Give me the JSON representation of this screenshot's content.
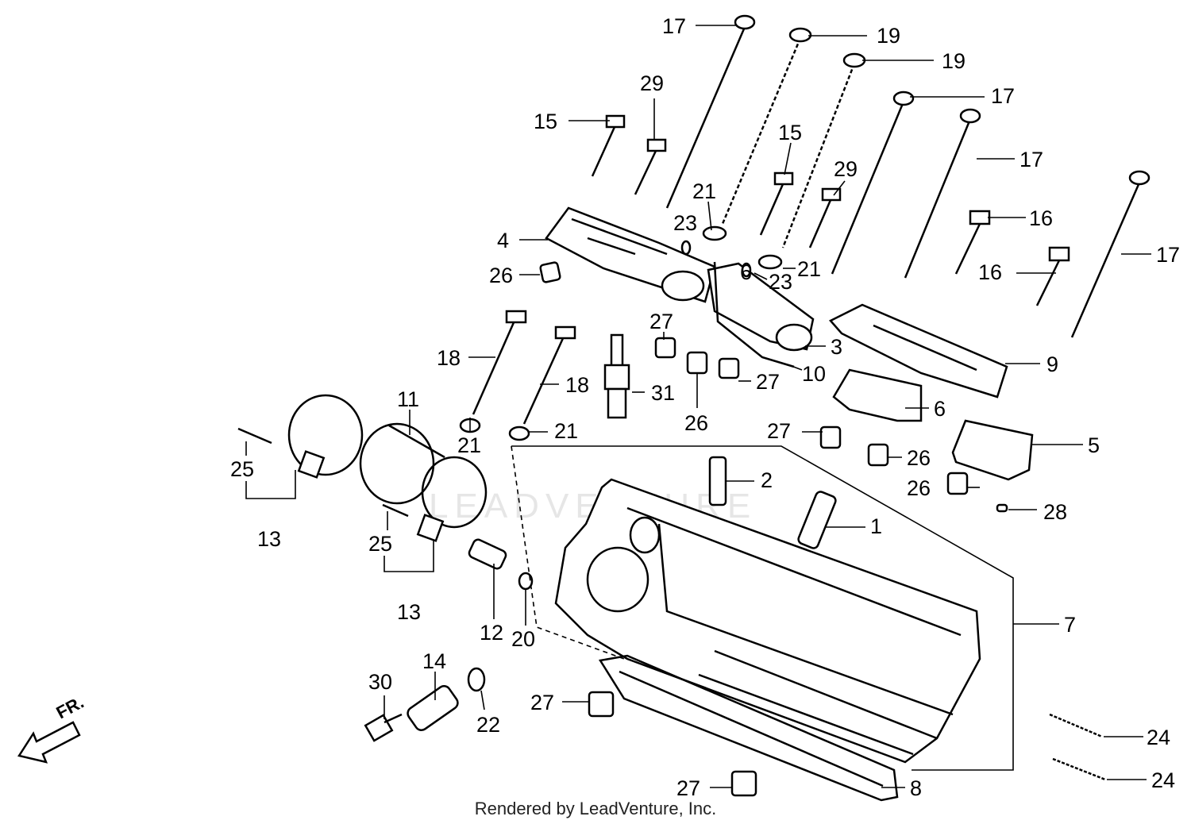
{
  "watermark": "LEADVENTURE",
  "direction_marker": "FR.",
  "credit": "Rendered by LeadVenture, Inc.",
  "callouts": [
    "17",
    "19",
    "19",
    "17",
    "17",
    "29",
    "15",
    "15",
    "29",
    "21",
    "23",
    "16",
    "16",
    "17",
    "4",
    "26",
    "6",
    "23",
    "21",
    "27",
    "3",
    "9",
    "10",
    "27",
    "18",
    "18",
    "31",
    "26",
    "6",
    "11",
    "21",
    "21",
    "27",
    "5",
    "25",
    "26",
    "26",
    "2",
    "28",
    "1",
    "13",
    "25",
    "12",
    "20",
    "13",
    "7",
    "14",
    "30",
    "22",
    "27",
    "24",
    "8",
    "27",
    "24"
  ]
}
